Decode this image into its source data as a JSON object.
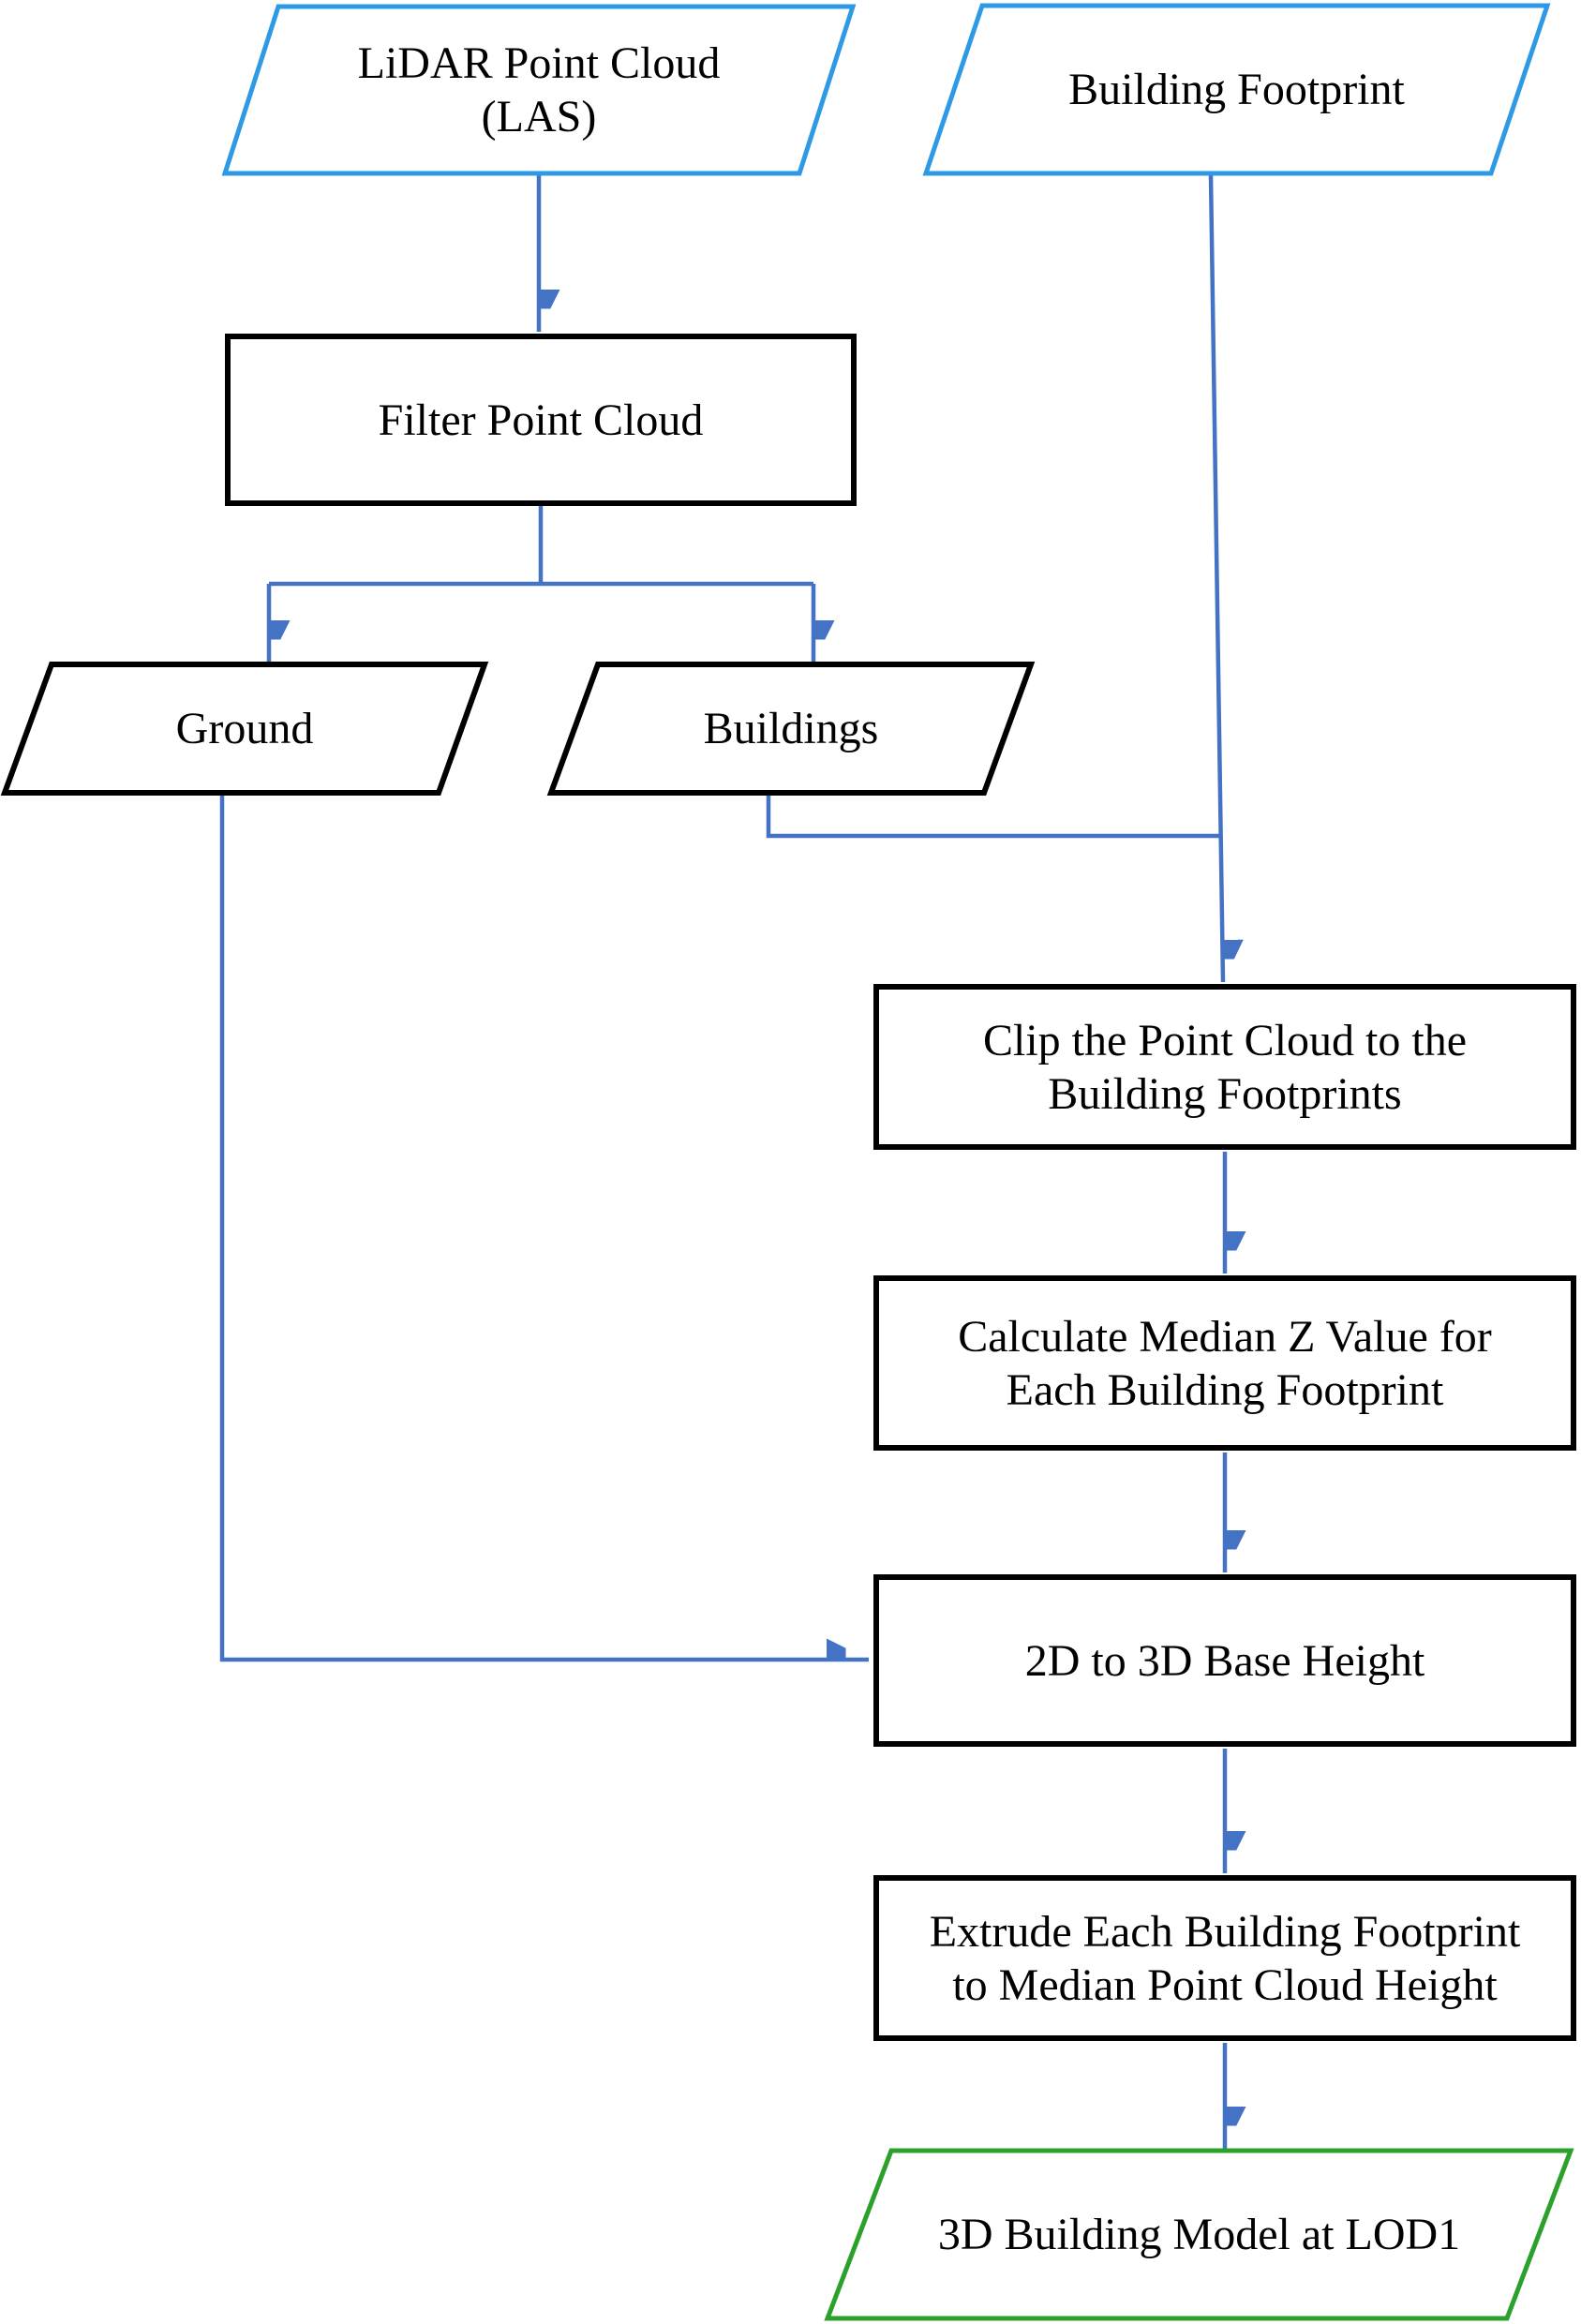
{
  "diagram_type": "flowchart",
  "colors": {
    "shape_blue": "#2E9AE6",
    "connector_blue": "#4472C4",
    "shape_green": "#2BA02B",
    "ink": "#000000"
  },
  "nodes": {
    "lidar": {
      "label": "LiDAR Point Cloud\n(LAS)",
      "shape": "parallelogram",
      "border": "blue"
    },
    "footprint": {
      "label": "Building Footprint",
      "shape": "parallelogram",
      "border": "blue"
    },
    "filter": {
      "label": "Filter Point Cloud",
      "shape": "rectangle",
      "border": "black"
    },
    "ground": {
      "label": "Ground",
      "shape": "parallelogram",
      "border": "black"
    },
    "buildings": {
      "label": "Buildings",
      "shape": "parallelogram",
      "border": "black"
    },
    "clip": {
      "label": "Clip the Point Cloud to the\nBuilding Footprints",
      "shape": "rectangle",
      "border": "black"
    },
    "median": {
      "label": "Calculate Median Z Value for\nEach Building Footprint",
      "shape": "rectangle",
      "border": "black"
    },
    "baseheight": {
      "label": "2D to 3D Base Height",
      "shape": "rectangle",
      "border": "black"
    },
    "extrude": {
      "label": "Extrude Each Building Footprint\nto Median Point Cloud Height",
      "shape": "rectangle",
      "border": "black"
    },
    "lod1": {
      "label": "3D Building Model at LOD1",
      "shape": "parallelogram",
      "border": "green"
    }
  },
  "edges": [
    {
      "from": "lidar",
      "to": "filter"
    },
    {
      "from": "filter",
      "to": "ground"
    },
    {
      "from": "filter",
      "to": "buildings"
    },
    {
      "from": "footprint",
      "to": "clip"
    },
    {
      "from": "buildings",
      "to": "clip"
    },
    {
      "from": "clip",
      "to": "median"
    },
    {
      "from": "median",
      "to": "baseheight"
    },
    {
      "from": "ground",
      "to": "baseheight"
    },
    {
      "from": "baseheight",
      "to": "extrude"
    },
    {
      "from": "extrude",
      "to": "lod1"
    }
  ]
}
